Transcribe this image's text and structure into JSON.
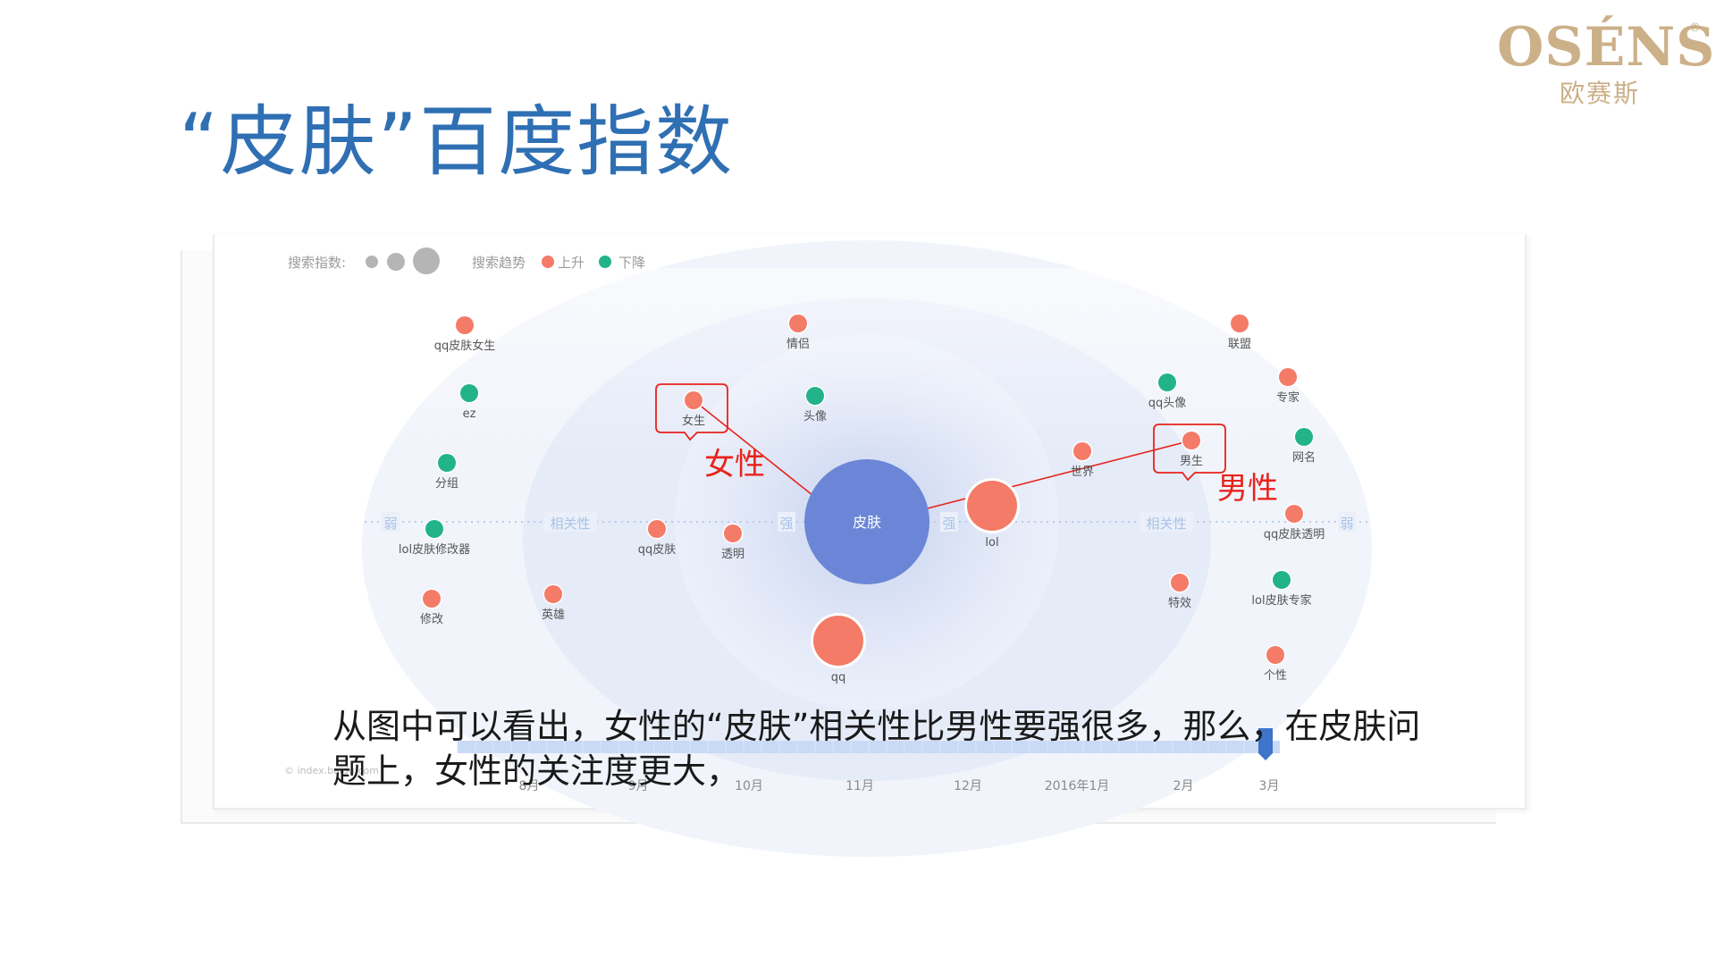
{
  "slide": {
    "title": "“皮肤”百度指数",
    "brand_name": "OSÉNS",
    "brand_reg": "®",
    "brand_cn": "欧赛斯",
    "caption": "从图中可以看出，女性的“皮肤”相关性比男性要强很多，那么，在皮肤问题上，女性的关注度更大，"
  },
  "colors": {
    "title": "#2f6fb3",
    "brand": "#ccb088",
    "rise": "#f47b67",
    "fall": "#22b38a",
    "center": "#6b86d6",
    "annotation": "#e8231b",
    "axis_label": "#a9c3e8"
  },
  "chart_data": {
    "type": "scatter",
    "subtype": "relevance-bubble",
    "center": {
      "label": "皮肤"
    },
    "legend": {
      "size_label": "搜索指数:",
      "trend_label": "搜索趋势",
      "up_label": "上升",
      "down_label": "下降"
    },
    "axis_labels": {
      "left_weak": "弱",
      "left_relevance": "相关性",
      "left_strong": "强",
      "right_strong": "强",
      "right_relevance": "相关性",
      "right_weak": "弱"
    },
    "keywords": [
      {
        "label": "qq皮肤女生",
        "trend": "up",
        "size": 1
      },
      {
        "label": "ez",
        "trend": "down",
        "size": 1
      },
      {
        "label": "分组",
        "trend": "down",
        "size": 1
      },
      {
        "label": "lol皮肤修改器",
        "trend": "down",
        "size": 1
      },
      {
        "label": "修改",
        "trend": "up",
        "size": 1
      },
      {
        "label": "英雄",
        "trend": "up",
        "size": 1
      },
      {
        "label": "qq皮肤",
        "trend": "up",
        "size": 1
      },
      {
        "label": "女生",
        "trend": "up",
        "size": 1
      },
      {
        "label": "情侣",
        "trend": "up",
        "size": 1
      },
      {
        "label": "头像",
        "trend": "down",
        "size": 1
      },
      {
        "label": "透明",
        "trend": "up",
        "size": 1
      },
      {
        "label": "qq",
        "trend": "up",
        "size": 3
      },
      {
        "label": "lol",
        "trend": "up",
        "size": 3
      },
      {
        "label": "世界",
        "trend": "up",
        "size": 1
      },
      {
        "label": "qq头像",
        "trend": "down",
        "size": 1
      },
      {
        "label": "男生",
        "trend": "up",
        "size": 1
      },
      {
        "label": "联盟",
        "trend": "up",
        "size": 1
      },
      {
        "label": "专家",
        "trend": "up",
        "size": 1
      },
      {
        "label": "网名",
        "trend": "down",
        "size": 1
      },
      {
        "label": "qq皮肤透明",
        "trend": "up",
        "size": 1
      },
      {
        "label": "特效",
        "trend": "up",
        "size": 1
      },
      {
        "label": "lol皮肤专家",
        "trend": "down",
        "size": 1
      },
      {
        "label": "个性",
        "trend": "up",
        "size": 1
      }
    ],
    "annotations": [
      {
        "label": "女性",
        "target": "女生"
      },
      {
        "label": "男性",
        "target": "男生"
      }
    ],
    "timeline": {
      "ticks": [
        "8月",
        "9月",
        "10月",
        "11月",
        "12月",
        "2016年1月",
        "2月",
        "3月"
      ]
    },
    "watermark": "© index.baidu.com"
  }
}
